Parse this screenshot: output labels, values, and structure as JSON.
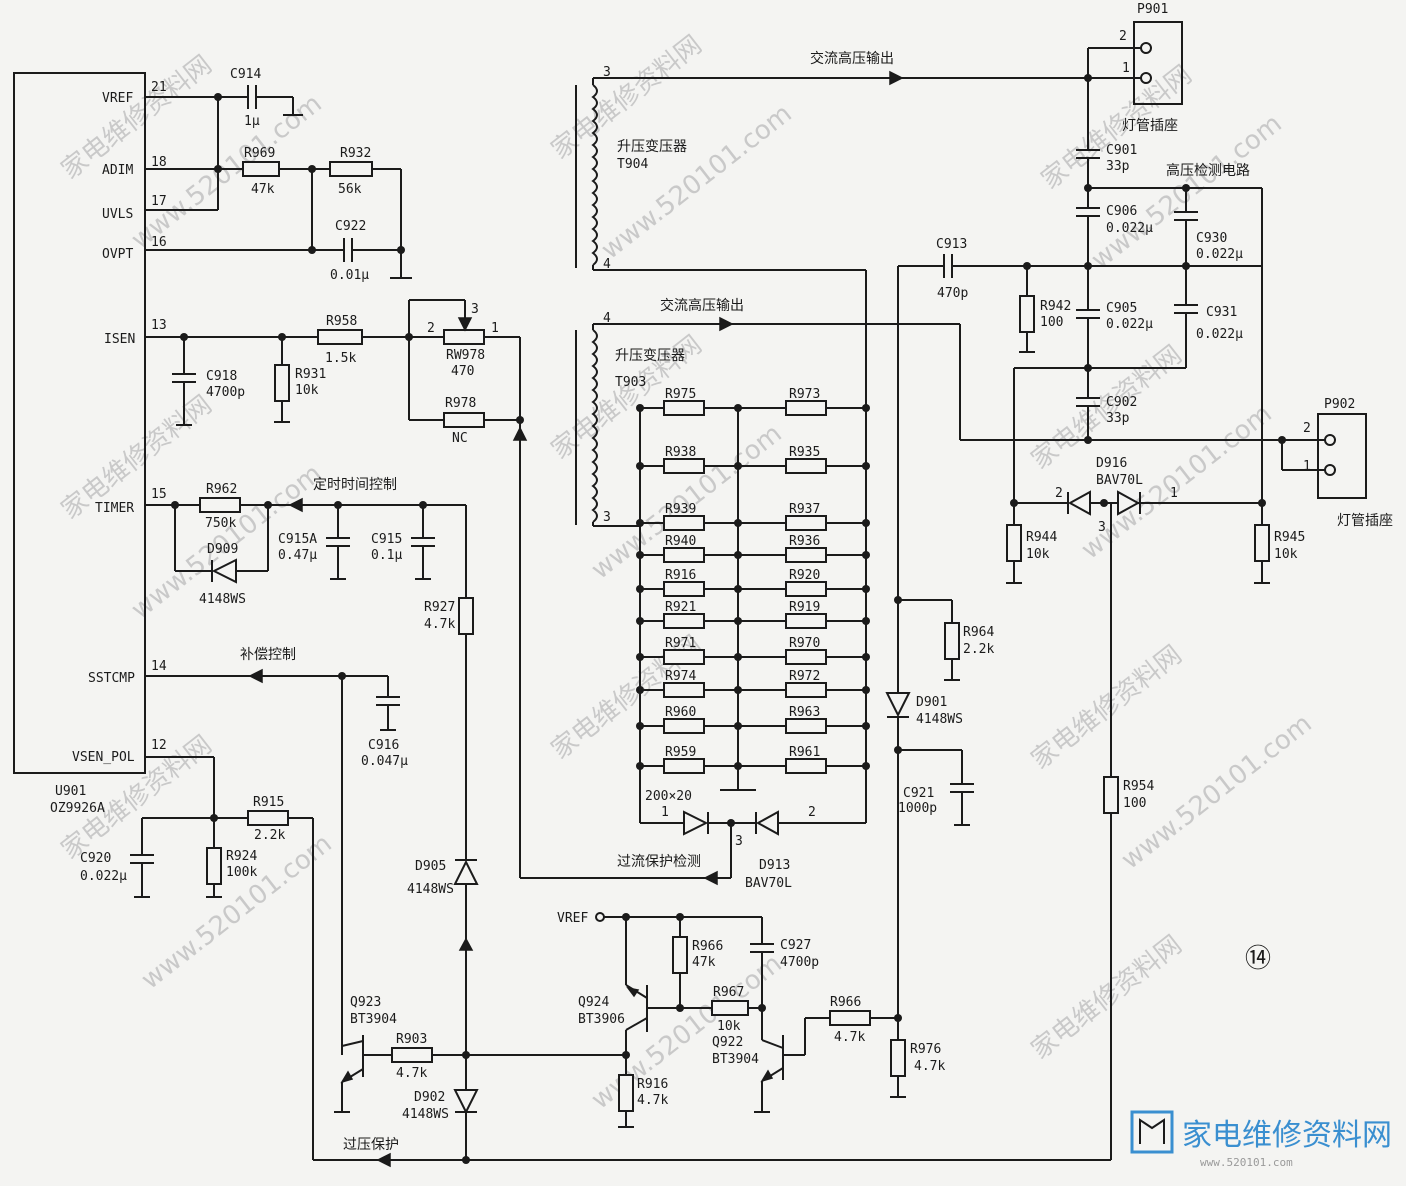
{
  "ic": {
    "ref": "U901",
    "part": "OZ9926A",
    "pins": [
      {
        "num": "21",
        "name": "VREF"
      },
      {
        "num": "18",
        "name": "ADIM"
      },
      {
        "num": "17",
        "name": "UVLS"
      },
      {
        "num": "16",
        "name": "OVPT"
      },
      {
        "num": "13",
        "name": "ISEN"
      },
      {
        "num": "15",
        "name": "TIMER"
      },
      {
        "num": "14",
        "name": "SSTCMP"
      },
      {
        "num": "12",
        "name": "VSEN_POL"
      }
    ]
  },
  "components": [
    {
      "ref": "C914",
      "value": "1μ"
    },
    {
      "ref": "R969",
      "value": "47k"
    },
    {
      "ref": "R932",
      "value": "56k"
    },
    {
      "ref": "C922",
      "value": "0.01μ"
    },
    {
      "ref": "R958",
      "value": "1.5k"
    },
    {
      "ref": "RW978",
      "value": "470"
    },
    {
      "ref": "R978",
      "value": "NC"
    },
    {
      "ref": "C918",
      "value": "4700p"
    },
    {
      "ref": "R931",
      "value": "10k"
    },
    {
      "ref": "R962",
      "value": "750k"
    },
    {
      "ref": "D909",
      "value": "4148WS"
    },
    {
      "ref": "C915A",
      "value": "0.47μ"
    },
    {
      "ref": "C915",
      "value": "0.1μ"
    },
    {
      "ref": "R927",
      "value": "4.7k"
    },
    {
      "ref": "C916",
      "value": "0.047μ"
    },
    {
      "ref": "R915",
      "value": "2.2k"
    },
    {
      "ref": "C920",
      "value": "0.022μ"
    },
    {
      "ref": "R924",
      "value": "100k"
    },
    {
      "ref": "D905",
      "value": "4148WS"
    },
    {
      "ref": "D902",
      "value": "4148WS"
    },
    {
      "ref": "Q923",
      "value": "BT3904"
    },
    {
      "ref": "R903",
      "value": "4.7k"
    },
    {
      "ref": "Q924",
      "value": "BT3906"
    },
    {
      "ref": "R916",
      "value": "4.7k"
    },
    {
      "ref": "R966",
      "value": "47k"
    },
    {
      "ref": "C927",
      "value": "4700p"
    },
    {
      "ref": "R967",
      "value": "10k"
    },
    {
      "ref": "Q922",
      "value": "BT3904"
    },
    {
      "ref": "R966",
      "value": "4.7k"
    },
    {
      "ref": "R976",
      "value": "4.7k"
    },
    {
      "ref": "D913",
      "value": "BAV70L"
    },
    {
      "ref": "D901",
      "value": "4148WS"
    },
    {
      "ref": "R964",
      "value": "2.2k"
    },
    {
      "ref": "C921",
      "value": "1000p"
    },
    {
      "ref": "C913",
      "value": "470p"
    },
    {
      "ref": "R942",
      "value": "100"
    },
    {
      "ref": "C901",
      "value": "33p"
    },
    {
      "ref": "C906",
      "value": "0.022μ"
    },
    {
      "ref": "C930",
      "value": "0.022μ"
    },
    {
      "ref": "C905",
      "value": "0.022μ"
    },
    {
      "ref": "C931",
      "value": "0.022μ"
    },
    {
      "ref": "C902",
      "value": "33p"
    },
    {
      "ref": "R944",
      "value": "10k"
    },
    {
      "ref": "R945",
      "value": "10k"
    },
    {
      "ref": "D916",
      "value": "BAV70L"
    },
    {
      "ref": "R954",
      "value": "100"
    }
  ],
  "resistor_array": {
    "left": [
      "R975",
      "R938",
      "R939",
      "R940",
      "R916",
      "R921",
      "R971",
      "R974",
      "R960",
      "R959"
    ],
    "right": [
      "R973",
      "R935",
      "R937",
      "R936",
      "R920",
      "R919",
      "R970",
      "R972",
      "R963",
      "R961"
    ],
    "label": "200×20"
  },
  "transformers": [
    {
      "name": "升压变压器",
      "ref": "T904",
      "pin_top": "3",
      "pin_bottom": "4"
    },
    {
      "name": "升压变压器",
      "ref": "T903",
      "pin_top": "4",
      "pin_bottom": "3"
    }
  ],
  "connectors": [
    {
      "ref": "P901",
      "pin_a": "2",
      "pin_b": "1",
      "label": "灯管插座"
    },
    {
      "ref": "P902",
      "pin_a": "2",
      "pin_b": "1",
      "label": "灯管插座"
    }
  ],
  "labels": {
    "ac_out": "交流高压输出",
    "hv_detect": "高压检测电路",
    "timer_ctrl": "定时时间控制",
    "comp_ctrl": "补偿控制",
    "oc_detect": "过流保护检测",
    "ov_protect": "过压保护",
    "vref": "VREF",
    "page_number": "⑭"
  },
  "pin_numbers": {
    "wiper": "3",
    "pot_left": "2",
    "pot_right": "1",
    "d913_1": "1",
    "d913_2": "2",
    "d913_3": "3",
    "d916_1": "1",
    "d916_2": "2",
    "d916_3": "3"
  },
  "watermark": {
    "site": "www.520101.com",
    "name": "家电维修资料网",
    "logo_text": "家电维修资料网",
    "logo_url": "www.520101.com"
  }
}
